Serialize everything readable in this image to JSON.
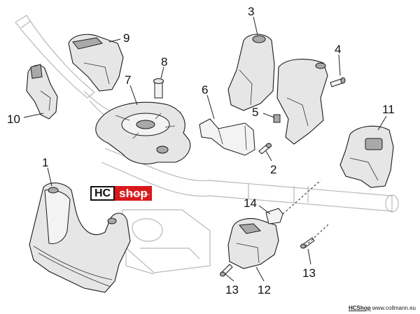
{
  "callouts": [
    {
      "id": "1",
      "label": "1"
    },
    {
      "id": "2",
      "label": "2"
    },
    {
      "id": "3",
      "label": "3"
    },
    {
      "id": "4",
      "label": "4"
    },
    {
      "id": "5",
      "label": "5"
    },
    {
      "id": "6",
      "label": "6"
    },
    {
      "id": "7",
      "label": "7"
    },
    {
      "id": "8",
      "label": "8"
    },
    {
      "id": "9",
      "label": "9"
    },
    {
      "id": "10",
      "label": "10"
    },
    {
      "id": "11",
      "label": "11"
    },
    {
      "id": "12",
      "label": "12"
    },
    {
      "id": "13a",
      "label": "13"
    },
    {
      "id": "13b",
      "label": "13"
    },
    {
      "id": "14",
      "label": "14"
    }
  ],
  "logo": {
    "hc": "HC",
    "shop": "shop",
    "url": "www.collmann.eu"
  },
  "footer": {
    "brand": "HCShop",
    "url": "www.collmann.eu"
  },
  "colors": {
    "logo_red": "#d9191c",
    "line": "#1a1a1a",
    "ghost": "#b8b8b8"
  }
}
